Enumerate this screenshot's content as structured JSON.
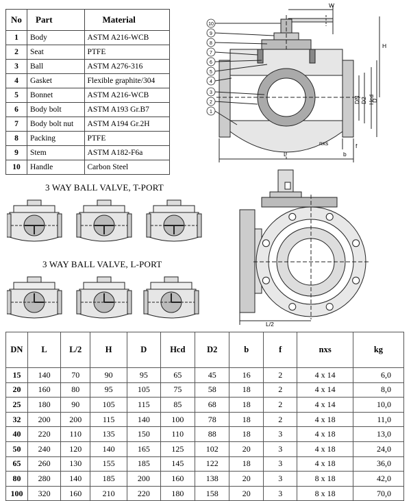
{
  "parts_table": {
    "headers": [
      "No",
      "Part",
      "Material"
    ],
    "rows": [
      [
        "1",
        "Body",
        "ASTM A216-WCB"
      ],
      [
        "2",
        "Seat",
        "PTFE"
      ],
      [
        "3",
        "Ball",
        "ASTM A276-316"
      ],
      [
        "4",
        "Gasket",
        "Flexible graphite/304"
      ],
      [
        "5",
        "Bonnet",
        "ASTM A216-WCB"
      ],
      [
        "6",
        "Body bolt",
        "ASTM A193 Gr.B7"
      ],
      [
        "7",
        "Body bolt nut",
        "ASTM A194 Gr.2H"
      ],
      [
        "8",
        "Packing",
        "PTFE"
      ],
      [
        "9",
        "Stem",
        "ASTM A182-F6a"
      ],
      [
        "10",
        "Handle",
        "Carbon Steel"
      ]
    ]
  },
  "captions": {
    "t_port": "3 WAY BALL VALVE, T-PORT",
    "l_port": "3 WAY BALL VALVE, L-PORT"
  },
  "drawing_labels": {
    "callouts": [
      "10",
      "9",
      "8",
      "7",
      "6",
      "5",
      "4",
      "3",
      "2",
      "1"
    ],
    "w": "W",
    "h": "H",
    "dn": "DN",
    "d2": "D2",
    "hcd": "Hcd",
    "d": "D",
    "nxs": "nxs",
    "b": "b",
    "f": "f",
    "l": "L",
    "l_half": "L/2"
  },
  "dims_table": {
    "headers": [
      "DN",
      "L",
      "L/2",
      "H",
      "D",
      "Hcd",
      "D2",
      "b",
      "f",
      "nxs",
      "kg"
    ],
    "rows": [
      [
        "15",
        "140",
        "70",
        "90",
        "95",
        "65",
        "45",
        "16",
        "2",
        "4 x 14",
        "6,0"
      ],
      [
        "20",
        "160",
        "80",
        "95",
        "105",
        "75",
        "58",
        "18",
        "2",
        "4 x 14",
        "8,0"
      ],
      [
        "25",
        "180",
        "90",
        "105",
        "115",
        "85",
        "68",
        "18",
        "2",
        "4 x 14",
        "10,0"
      ],
      [
        "32",
        "200",
        "200",
        "115",
        "140",
        "100",
        "78",
        "18",
        "2",
        "4 x 18",
        "11,0"
      ],
      [
        "40",
        "220",
        "110",
        "135",
        "150",
        "110",
        "88",
        "18",
        "3",
        "4 x 18",
        "13,0"
      ],
      [
        "50",
        "240",
        "120",
        "140",
        "165",
        "125",
        "102",
        "20",
        "3",
        "4 x 18",
        "24,0"
      ],
      [
        "65",
        "260",
        "130",
        "155",
        "185",
        "145",
        "122",
        "18",
        "3",
        "4 x 18",
        "36,0"
      ],
      [
        "80",
        "280",
        "140",
        "185",
        "200",
        "160",
        "138",
        "20",
        "3",
        "8 x 18",
        "42,0"
      ],
      [
        "100",
        "320",
        "160",
        "210",
        "220",
        "180",
        "158",
        "20",
        "3",
        "8 x 18",
        "70,0"
      ]
    ]
  }
}
